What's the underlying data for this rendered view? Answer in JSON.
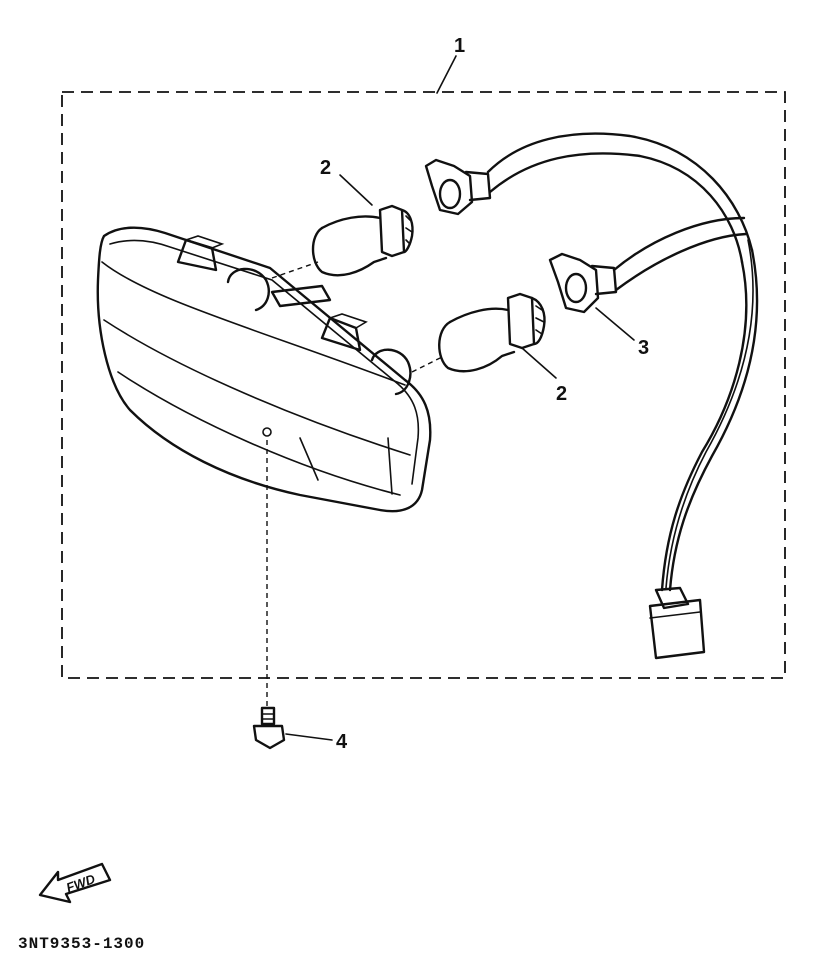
{
  "callouts": [
    {
      "id": "callout-1",
      "label": "1"
    },
    {
      "id": "callout-2a",
      "label": "2"
    },
    {
      "id": "callout-2b",
      "label": "2"
    },
    {
      "id": "callout-3",
      "label": "3"
    },
    {
      "id": "callout-4",
      "label": "4"
    }
  ],
  "direction_badge": {
    "label": "FWD",
    "icon": "fwd-arrow-icon"
  },
  "part_code": "3NT9353-1300"
}
